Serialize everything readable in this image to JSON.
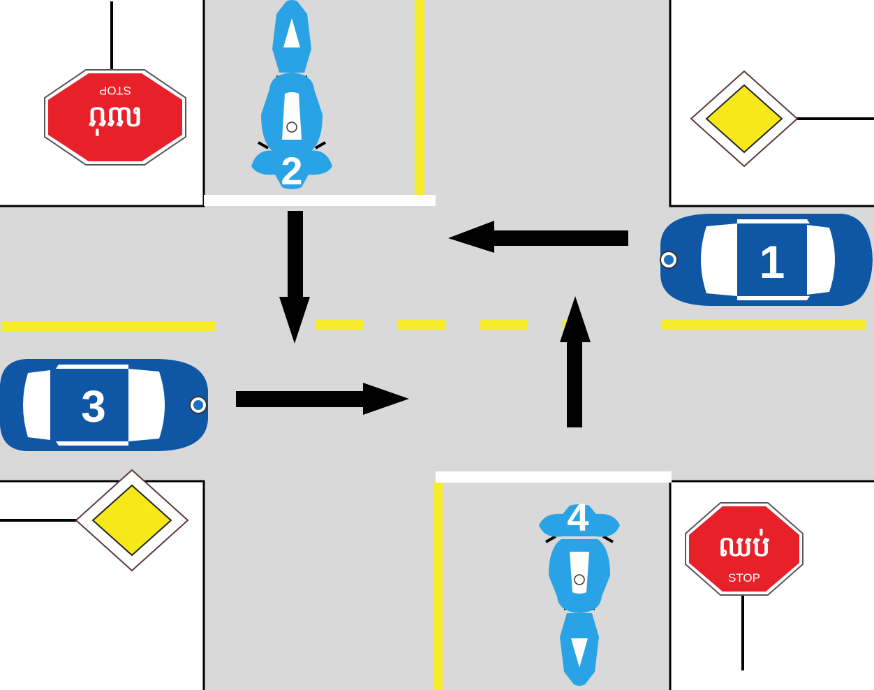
{
  "vehicles": [
    {
      "id": "car-1",
      "kind": "car",
      "number": "1",
      "facing": "west"
    },
    {
      "id": "motorcycle-2",
      "kind": "motorcycle",
      "number": "2",
      "facing": "south"
    },
    {
      "id": "car-3",
      "kind": "car",
      "number": "3",
      "facing": "east"
    },
    {
      "id": "motorcycle-4",
      "kind": "motorcycle",
      "number": "4",
      "facing": "north"
    }
  ],
  "signs": {
    "stop_khmer_text": "ឈប់",
    "stop_english_text": "STOP",
    "stop_color": "#e8202a",
    "priority_color": "#f7e81c"
  },
  "colors": {
    "road": "#d9d9d9",
    "lane_line": "#f7ec2c",
    "vehicle_body": "#0f57a5",
    "motorcycle_body": "#2aa3e6",
    "arrow": "#000000"
  }
}
